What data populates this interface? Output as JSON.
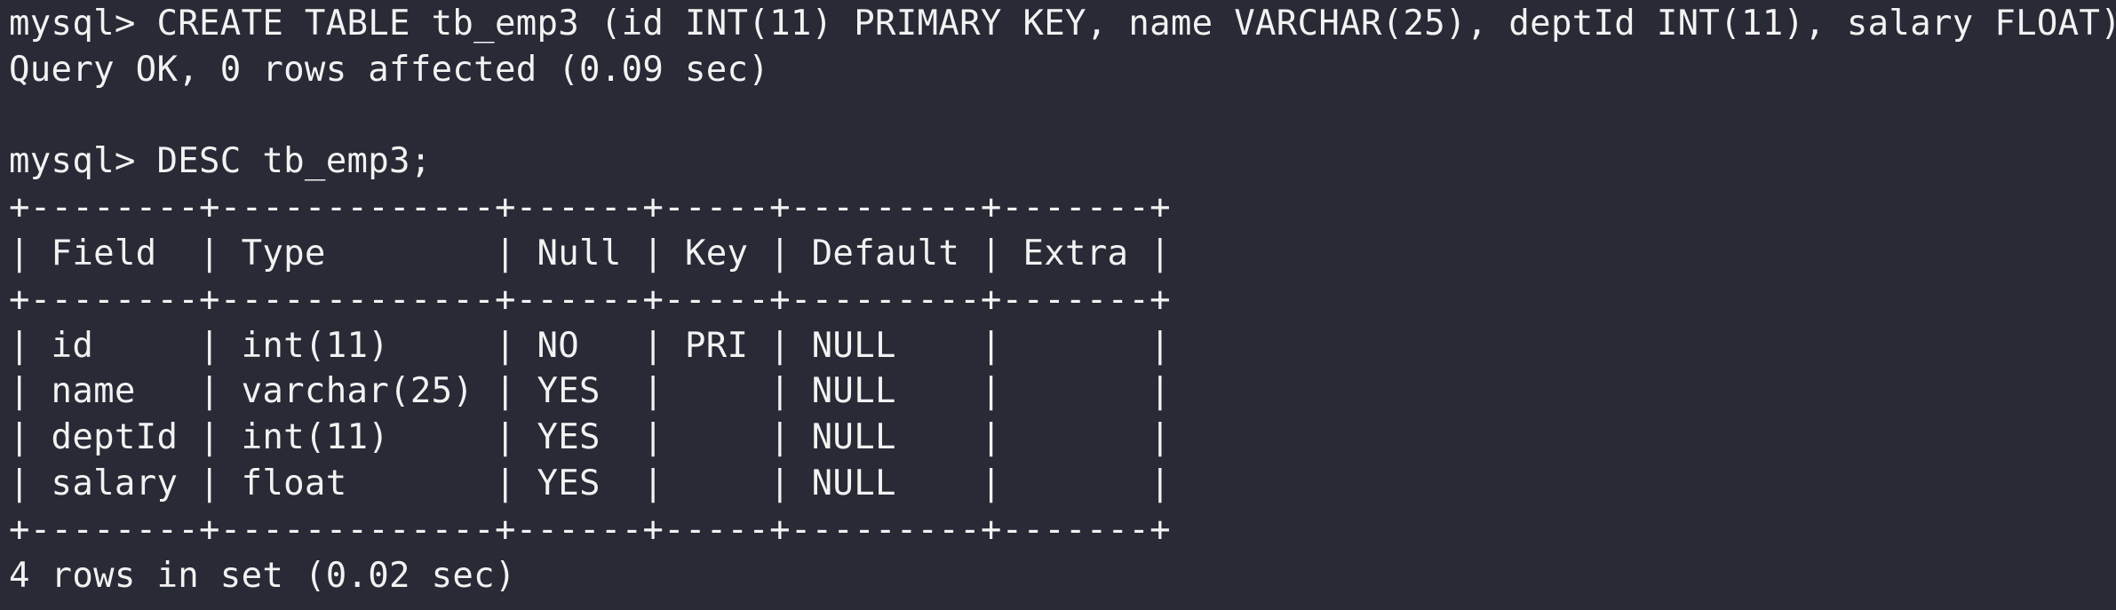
{
  "terminal": {
    "lines": [
      "mysql> CREATE TABLE tb_emp3 (id INT(11) PRIMARY KEY, name VARCHAR(25), deptId INT(11), salary FLOAT);",
      "Query OK, 0 rows affected (0.09 sec)",
      "",
      "mysql> DESC tb_emp3;",
      "+--------+-------------+------+-----+---------+-------+",
      "| Field  | Type        | Null | Key | Default | Extra |",
      "+--------+-------------+------+-----+---------+-------+",
      "| id     | int(11)     | NO   | PRI | NULL    |       |",
      "| name   | varchar(25) | YES  |     | NULL    |       |",
      "| deptId | int(11)     | YES  |     | NULL    |       |",
      "| salary | float       | YES  |     | NULL    |       |",
      "+--------+-------------+------+-----+---------+-------+",
      "4 rows in set (0.02 sec)"
    ]
  }
}
